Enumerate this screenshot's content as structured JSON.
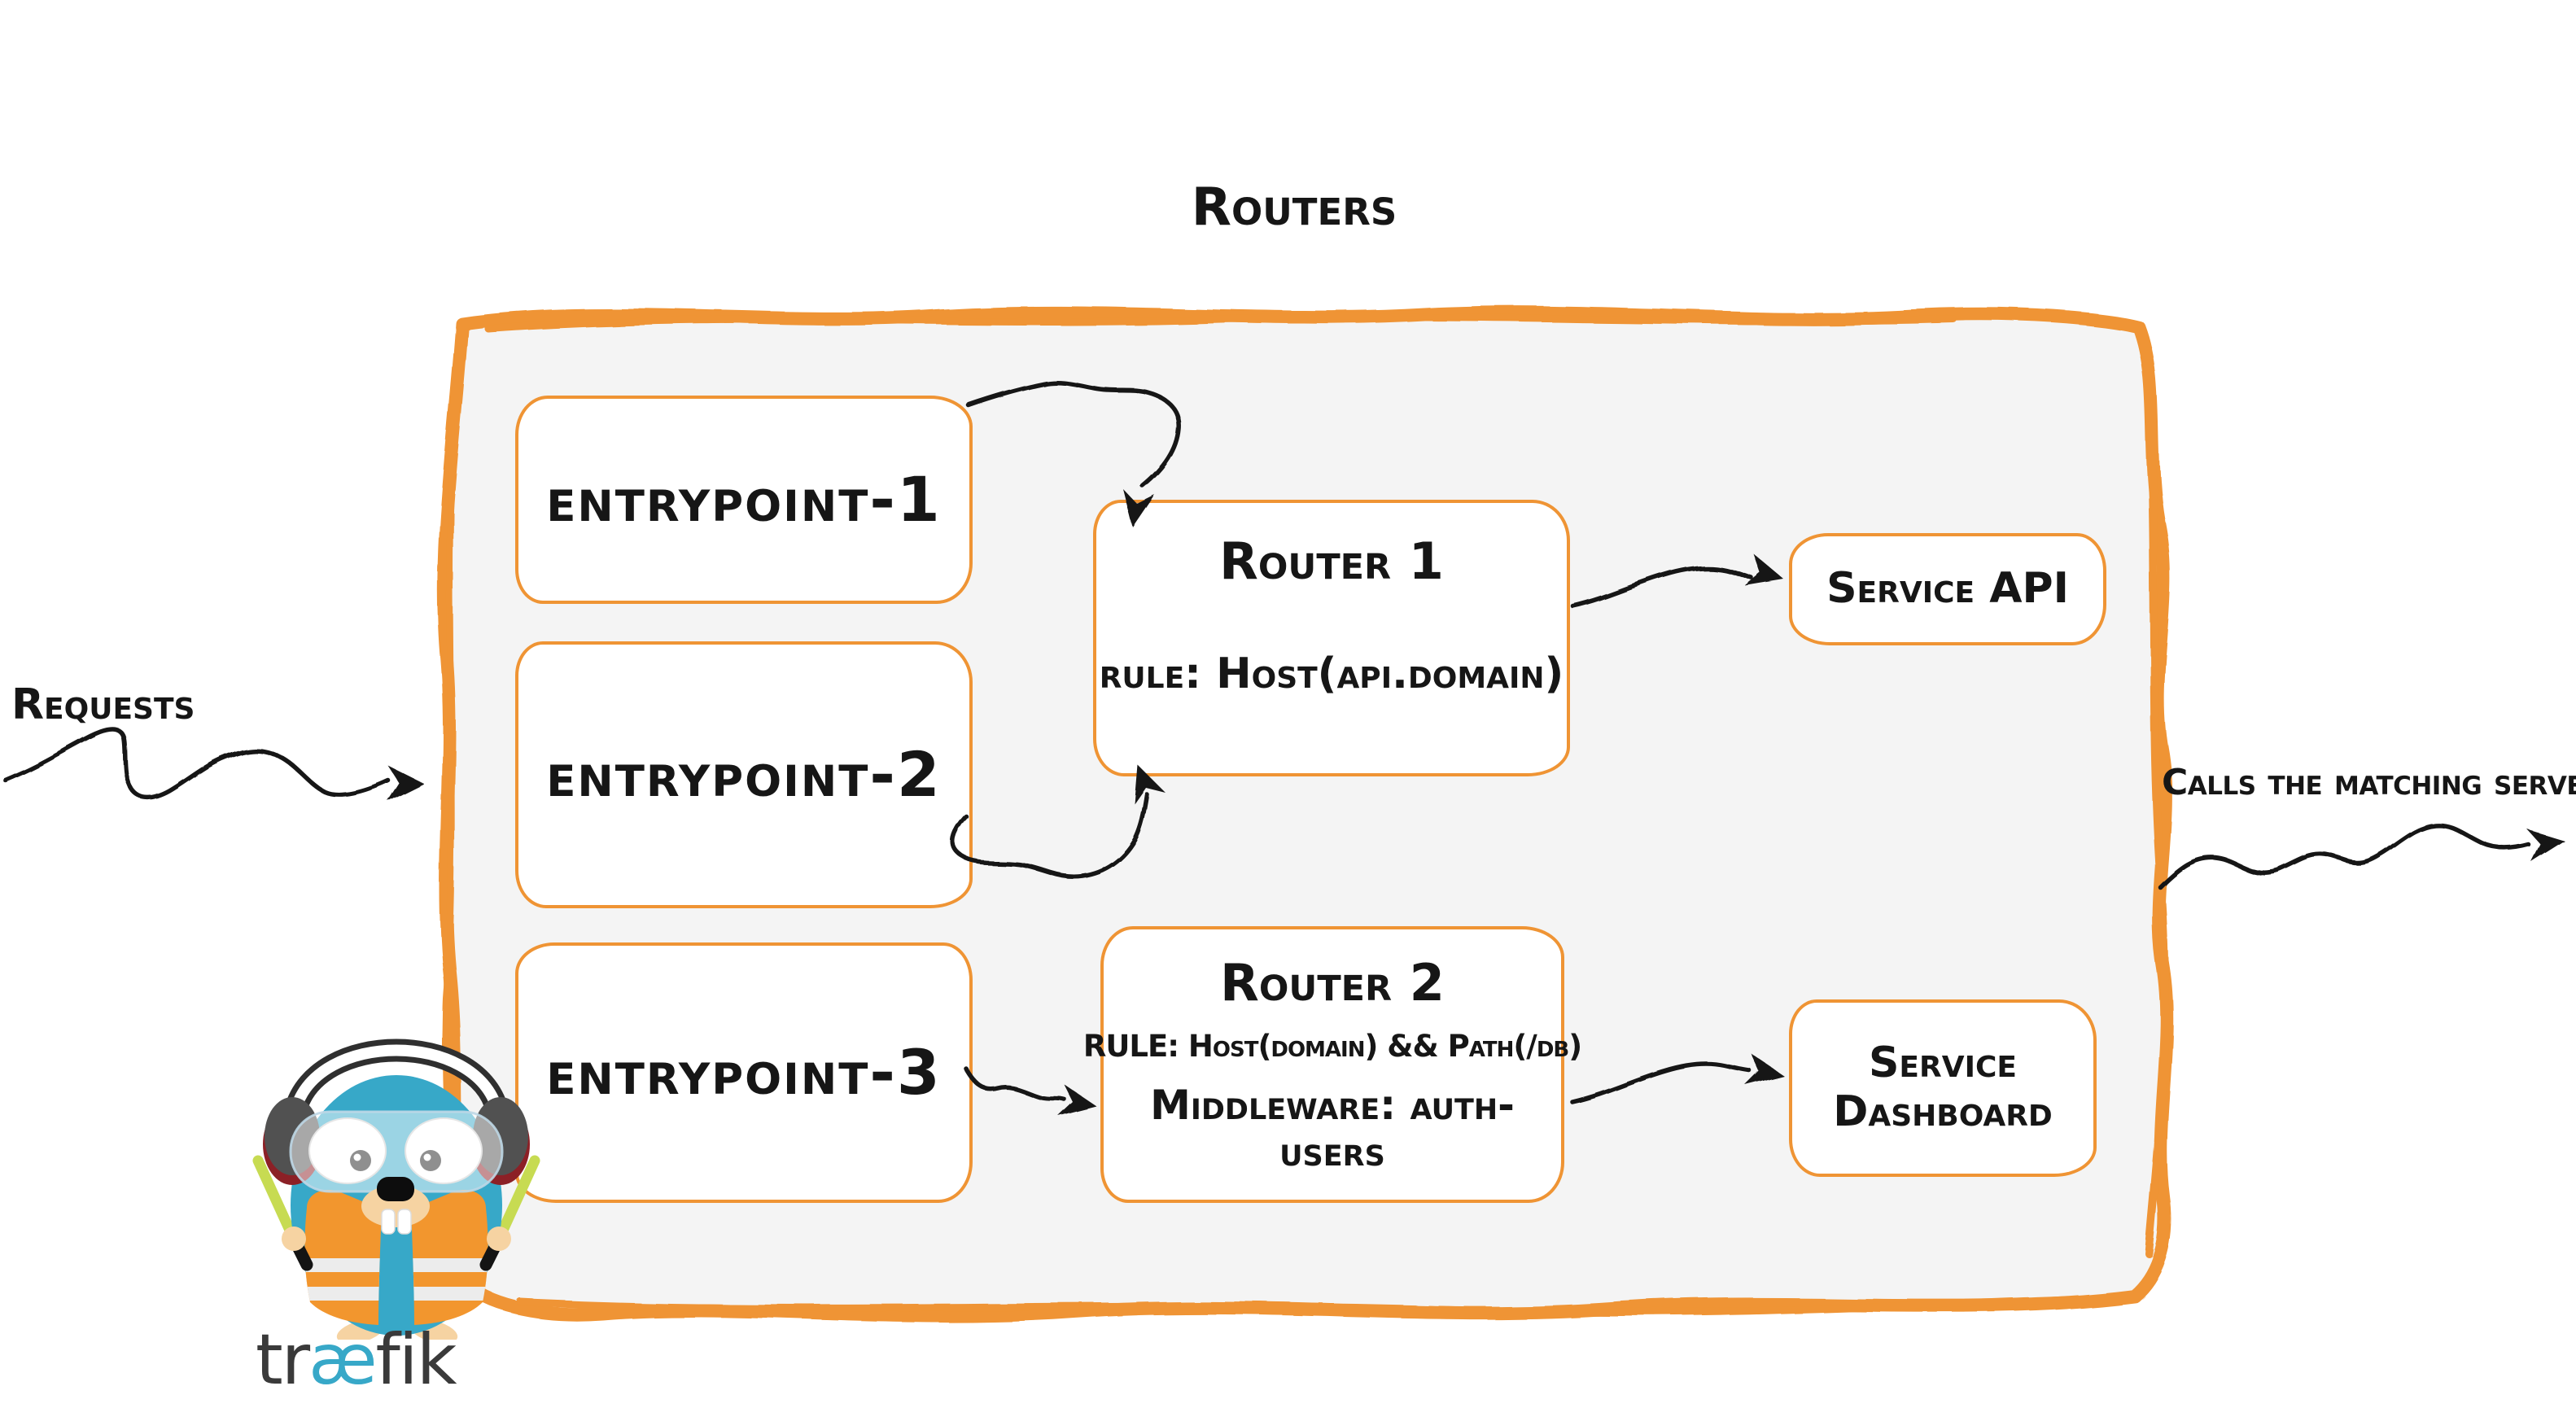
{
  "title": "Routers",
  "annotations": {
    "requests": "Requests",
    "calls": "Calls the matching server"
  },
  "entrypoints": [
    {
      "label": "entrypoint-1"
    },
    {
      "label": "entrypoint-2"
    },
    {
      "label": "entrypoint-3"
    }
  ],
  "routers": [
    {
      "name": "Router 1",
      "lines": [
        "rule: Host(api.domain)"
      ]
    },
    {
      "name": "Router 2",
      "lines": [
        "RULE: Host(domain) && Path(/db)",
        "Middleware: auth-users"
      ]
    }
  ],
  "services": [
    {
      "label": "Service API"
    },
    {
      "label": "Service Dashboard"
    }
  ],
  "logo": {
    "word_start": "tr",
    "word_mid": "æ",
    "word_end": "fik"
  },
  "colors": {
    "accent_orange": "#EF9434",
    "panel_fill": "#F4F4F4",
    "box_fill": "#FFFFFF",
    "ink": "#161616",
    "traefik_blue": "#37A8C8",
    "vest_orange": "#F2962E",
    "wand_green": "#C7DB52",
    "headphone_gray": "#4F4F4F",
    "headphone_red": "#8C2026",
    "skin": "#F6D3A2",
    "wordmark_gray": "#3A3A3A"
  }
}
